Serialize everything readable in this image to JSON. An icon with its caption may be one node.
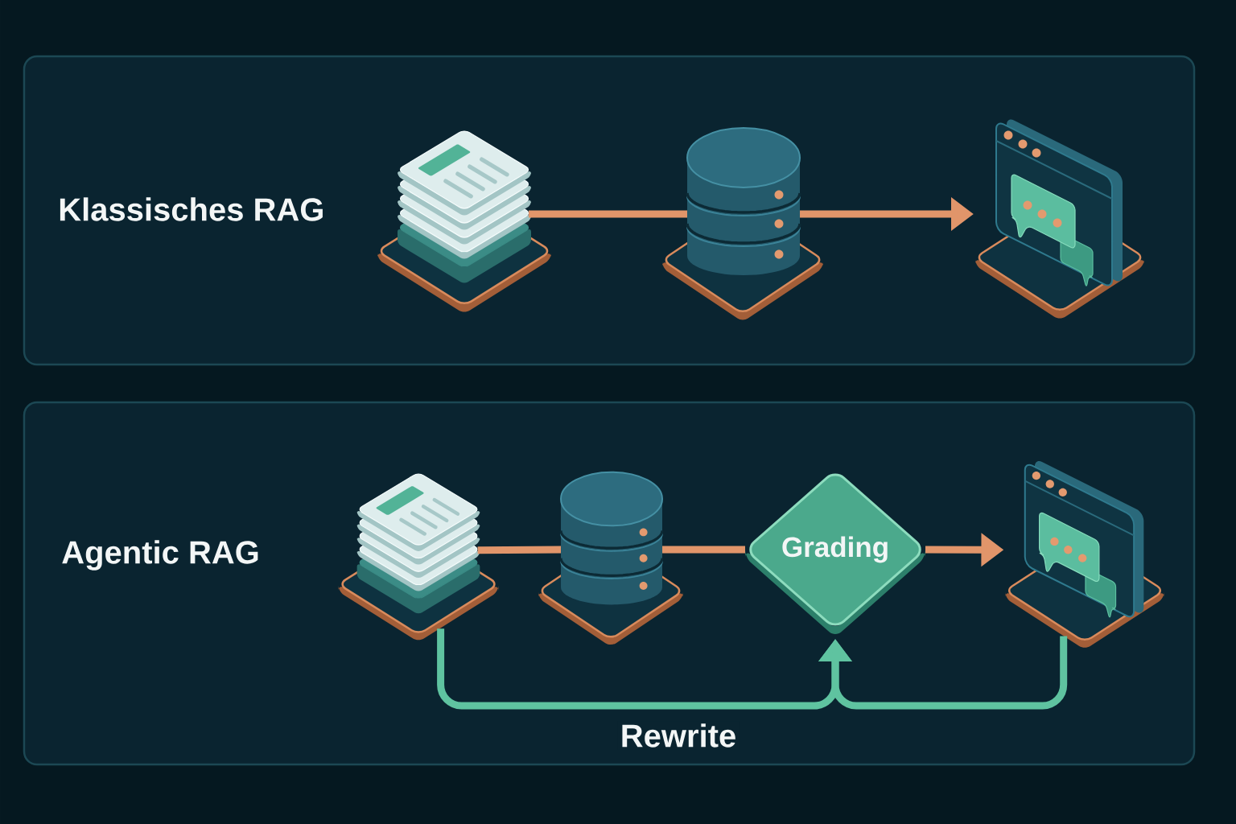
{
  "diagram": {
    "nodes": [
      {
        "text": [
          "Klassisches RAG"
        ]
      },
      {
        "text": [],
        "shape": "picture",
        "in": 0
      },
      {
        "text": [],
        "shape": "cylinder",
        "in": 0
      },
      {
        "text": [],
        "shape": "picture",
        "in": 0
      },
      {
        "text": [
          "Agentic RAG"
        ]
      },
      {
        "text": [],
        "shape": "picture",
        "in": 4
      },
      {
        "text": [],
        "shape": "cylinder",
        "in": 4
      },
      {
        "text": [
          "Grading"
        ],
        "in": 4
      },
      {
        "text": [],
        "shape": "picture",
        "in": 4
      }
    ],
    "edges": [
      {
        "from": 1,
        "to": 2,
        "arrow": "none"
      },
      {
        "from": 2,
        "to": 3,
        "arrow": "to"
      },
      {
        "from": 5,
        "to": 6,
        "arrow": "none"
      },
      {
        "from": 6,
        "to": 7,
        "arrow": "none"
      },
      {
        "from": 7,
        "to": 8,
        "arrow": "to"
      },
      {
        "from": 5,
        "to": 7,
        "arrow": "to",
        "color": "#5fc3a0",
        "label": "Rewrite"
      },
      {
        "from": 8,
        "to": 7,
        "arrow": "to",
        "color": "#5fc3a0"
      }
    ]
  }
}
